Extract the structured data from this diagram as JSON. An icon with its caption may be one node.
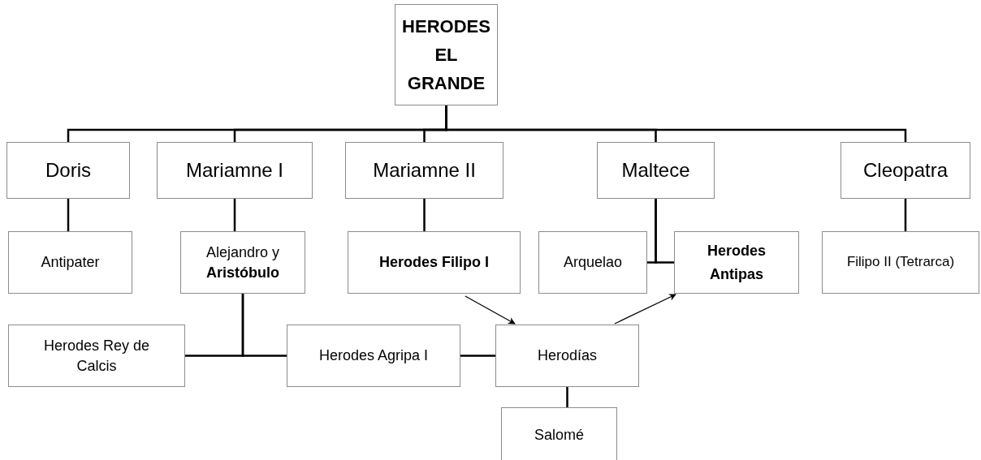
{
  "diagram": {
    "nodes": [
      {
        "text": [
          "HERODES EL GRANDE"
        ]
      },
      {
        "text": [
          "Doris"
        ]
      },
      {
        "text": [
          "Mariamne I"
        ]
      },
      {
        "text": [
          "Mariamne II"
        ]
      },
      {
        "text": [
          "Maltece"
        ]
      },
      {
        "text": [
          "Cleopatra"
        ]
      },
      {
        "text": [
          "Antipater"
        ]
      },
      {
        "text": [
          "Alejandro y **Aristóbulo**"
        ]
      },
      {
        "text": [
          "Herodes Filipo I"
        ]
      },
      {
        "text": [
          "Arquelao"
        ]
      },
      {
        "text": [
          "Herodes Antipas"
        ]
      },
      {
        "text": [
          "Filipo II (Tetrarca)"
        ]
      },
      {
        "text": [
          "Herodes Rey de Calcis"
        ]
      },
      {
        "text": [
          "Herodes Agripa I"
        ]
      },
      {
        "text": [
          "Herodías"
        ]
      },
      {
        "text": [
          "Salomé"
        ]
      }
    ],
    "edges": [
      {
        "from": 0,
        "to": 1,
        "arrow": "none"
      },
      {
        "from": 0,
        "to": 2,
        "arrow": "none"
      },
      {
        "from": 0,
        "to": 3,
        "arrow": "none"
      },
      {
        "from": 0,
        "to": 4,
        "arrow": "none"
      },
      {
        "from": 0,
        "to": 5,
        "arrow": "none"
      },
      {
        "from": 1,
        "to": 6,
        "arrow": "none"
      },
      {
        "from": 2,
        "to": 7,
        "arrow": "none"
      },
      {
        "from": 3,
        "to": 8,
        "arrow": "none"
      },
      {
        "from": 4,
        "to": 9,
        "arrow": "none"
      },
      {
        "from": 4,
        "to": 10,
        "arrow": "none"
      },
      {
        "from": 5,
        "to": 11,
        "arrow": "none"
      },
      {
        "from": 7,
        "to": 12,
        "arrow": "none"
      },
      {
        "from": 7,
        "to": 13,
        "arrow": "none"
      },
      {
        "from": 13,
        "to": 14,
        "arrow": "none"
      },
      {
        "from": 8,
        "to": 14,
        "arrow": "to"
      },
      {
        "from": 14,
        "to": 10,
        "arrow": "to"
      },
      {
        "from": 14,
        "to": 15,
        "arrow": "none"
      }
    ]
  }
}
